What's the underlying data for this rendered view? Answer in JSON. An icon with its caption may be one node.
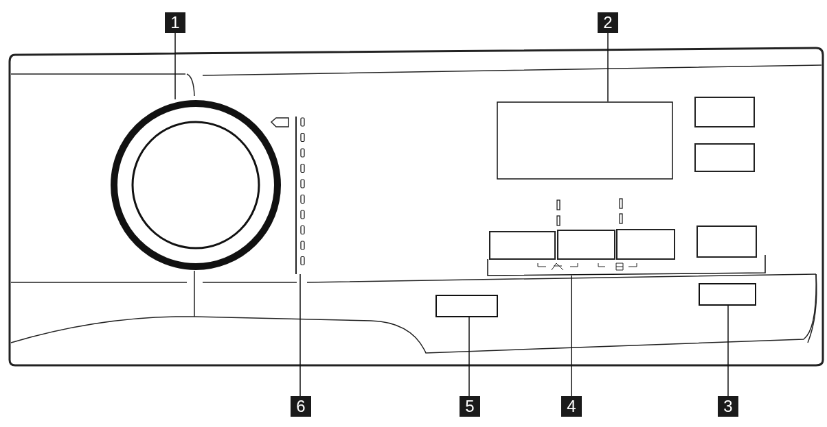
{
  "diagram": {
    "nodes": [
      {
        "text": [
          "1"
        ]
      },
      {
        "text": [
          "2"
        ]
      },
      {
        "text": [
          "6"
        ]
      },
      {
        "text": [
          "5"
        ]
      },
      {
        "text": [
          "4"
        ]
      },
      {
        "text": [
          "3"
        ]
      },
      {
        "text": [],
        "shape": "circle"
      },
      {
        "text": [],
        "shape": "box"
      },
      {
        "text": [],
        "shape": "bar"
      },
      {
        "text": [],
        "shape": "box"
      },
      {
        "text": [],
        "shape": "bracket"
      },
      {
        "text": [],
        "shape": "box"
      }
    ],
    "edges": [
      {
        "from": 0,
        "to": 6,
        "arrow": "none"
      },
      {
        "from": 1,
        "to": 7,
        "arrow": "none"
      },
      {
        "from": 2,
        "to": 8,
        "arrow": "none"
      },
      {
        "from": 3,
        "to": 9,
        "arrow": "none"
      },
      {
        "from": 4,
        "to": 10,
        "arrow": "none"
      },
      {
        "from": 5,
        "to": 11,
        "arrow": "none"
      }
    ]
  }
}
